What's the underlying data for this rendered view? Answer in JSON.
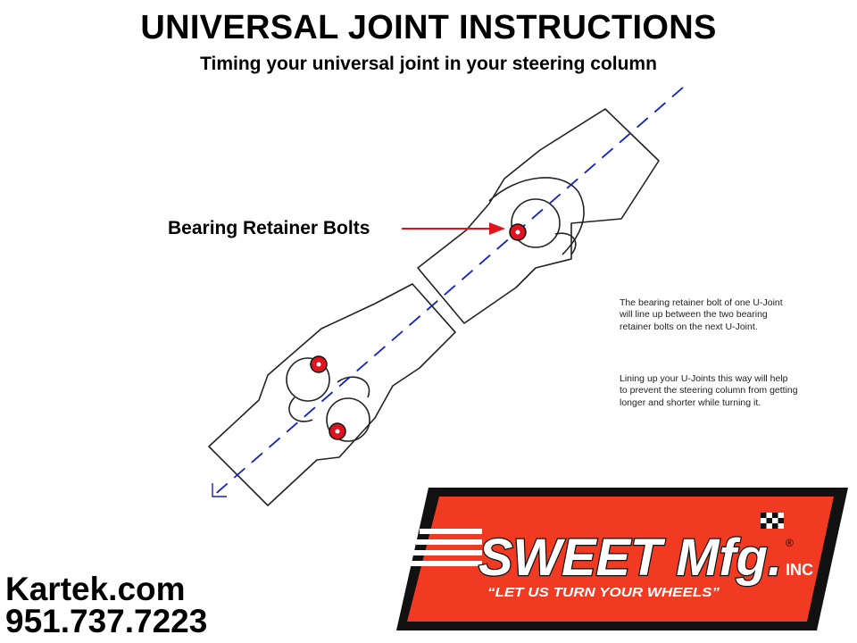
{
  "header": {
    "title": "UNIVERSAL JOINT INSTRUCTIONS",
    "subtitle": "Timing your universal joint in your steering column"
  },
  "callout": {
    "label": "Bearing Retainer Bolts"
  },
  "notes": [
    "The bearing retainer bolt of one U-Joint will line up between the two bearing retainer bolts on the next U-Joint.",
    "Lining up your U-Joints this way will help to prevent the steering column from getting longer and shorter while turning it."
  ],
  "contact": {
    "website": "Kartek.com",
    "phone": "951.737.7223"
  },
  "logo": {
    "brand": "SWEET Mfg.",
    "suffix": "INC",
    "registered": "®",
    "slogan": "“LET US TURN YOUR WHEELS”"
  },
  "colors": {
    "bolt": "#e0141e",
    "centerline": "#1020c8",
    "logo_bg": "#f03a22",
    "logo_frame": "#111111",
    "arrow": "#e0141e"
  }
}
